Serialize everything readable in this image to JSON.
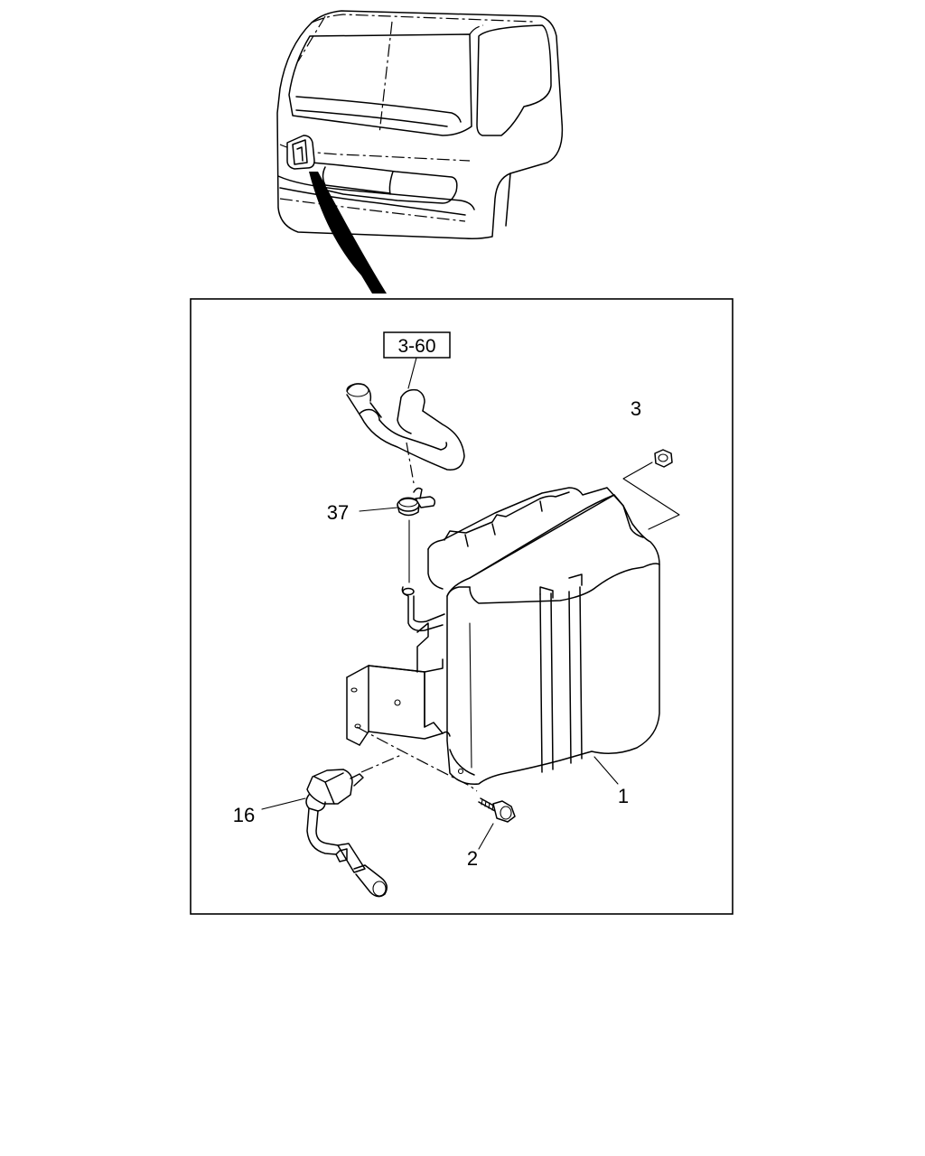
{
  "reference_box": {
    "text": "3-60"
  },
  "callouts": [
    {
      "id": "1",
      "text": "1"
    },
    {
      "id": "2",
      "text": "2"
    },
    {
      "id": "3",
      "text": "3"
    },
    {
      "id": "16",
      "text": "16"
    },
    {
      "id": "37",
      "text": "37"
    }
  ]
}
